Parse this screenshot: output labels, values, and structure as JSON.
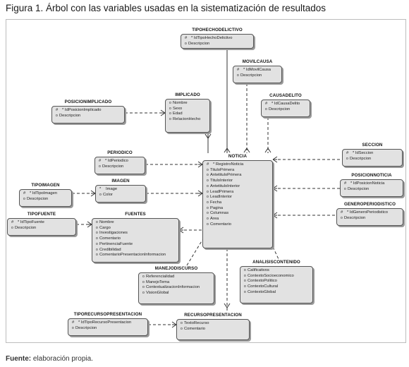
{
  "caption": "Figura 1. Árbol con las variables usadas en la sistematización de resultados",
  "source_label": "Fuente:",
  "source_text": " elaboración propia.",
  "entities": {
    "tipohechodelictivo": {
      "name": "TIPOHECHODELICTIVO",
      "attrs": [
        {
          "mark": "#",
          "text": "* IdTipoHechoDelictivo"
        },
        {
          "mark": "o",
          "text": "Descripcion"
        }
      ]
    },
    "movilcausa": {
      "name": "MOVILCAUSA",
      "attrs": [
        {
          "mark": "#",
          "text": "* IdMovilCausa"
        },
        {
          "mark": "o",
          "text": "Descripcion"
        }
      ]
    },
    "causadelito": {
      "name": "CAUSADELITO",
      "attrs": [
        {
          "mark": "#",
          "text": "* IdCausaDelito"
        },
        {
          "mark": "o",
          "text": "Descripcion"
        }
      ]
    },
    "posicionimplicado": {
      "name": "POSICIONIMPLICADO",
      "attrs": [
        {
          "mark": "#",
          "text": "* IdPosicionImplicado"
        },
        {
          "mark": "o",
          "text": "Descripcion"
        }
      ]
    },
    "implicado": {
      "name": "IMPLICADO",
      "attrs": [
        {
          "mark": "o",
          "text": "Nombre"
        },
        {
          "mark": "o",
          "text": "Sexo"
        },
        {
          "mark": "o",
          "text": "Edad"
        },
        {
          "mark": "o",
          "text": "RelacionHecho"
        }
      ]
    },
    "periodico": {
      "name": "PERIODICO",
      "attrs": [
        {
          "mark": "#",
          "text": "* IdPeriodico"
        },
        {
          "mark": "o",
          "text": "Descripcion"
        }
      ]
    },
    "seccion": {
      "name": "SECCION",
      "attrs": [
        {
          "mark": "#",
          "text": "* IdSeccion"
        },
        {
          "mark": "o",
          "text": "Descripcion"
        }
      ]
    },
    "tipoimagen": {
      "name": "TIPOIMAGEN",
      "attrs": [
        {
          "mark": "#",
          "text": "* IdTipoImagen"
        },
        {
          "mark": "o",
          "text": "Descripcion"
        }
      ]
    },
    "imagen": {
      "name": "IMAGEN",
      "attrs": [
        {
          "mark": "*",
          "text": "Image"
        },
        {
          "mark": "o",
          "text": "Color"
        }
      ]
    },
    "posicionnoticia": {
      "name": "POSICIONNOTICIA",
      "attrs": [
        {
          "mark": "#",
          "text": "* IdPosicionNoticia"
        },
        {
          "mark": "o",
          "text": "Descripcion"
        }
      ]
    },
    "noticia": {
      "name": "NOTICIA",
      "attrs": [
        {
          "mark": "#",
          "text": "* RegistroNoticia"
        },
        {
          "mark": "o",
          "text": "TituloPrimera"
        },
        {
          "mark": "o",
          "text": "AntetituloPrimera"
        },
        {
          "mark": "o",
          "text": "TituloInterior"
        },
        {
          "mark": "o",
          "text": "AntetituloInterior"
        },
        {
          "mark": "o",
          "text": "LeadPrimera"
        },
        {
          "mark": "o",
          "text": "LeadInterior"
        },
        {
          "mark": "o",
          "text": "Fecha"
        },
        {
          "mark": "o",
          "text": "Pagina"
        },
        {
          "mark": "o",
          "text": "Columnas"
        },
        {
          "mark": "o",
          "text": "Area"
        },
        {
          "mark": "o",
          "text": "Comentario"
        }
      ]
    },
    "generoperiodistico": {
      "name": "GENEROPERIODISTICO",
      "attrs": [
        {
          "mark": "#",
          "text": "* IdGeneroPeriodistico"
        },
        {
          "mark": "o",
          "text": "Descripcion"
        }
      ]
    },
    "tipofuente": {
      "name": "TIPOFUENTE",
      "attrs": [
        {
          "mark": "#",
          "text": "* IdTipoFuente"
        },
        {
          "mark": "o",
          "text": "Descripcion"
        }
      ]
    },
    "fuentes": {
      "name": "FUENTES",
      "attrs": [
        {
          "mark": "o",
          "text": "Nombre"
        },
        {
          "mark": "o",
          "text": "Cargo"
        },
        {
          "mark": "o",
          "text": "Investigaciones"
        },
        {
          "mark": "o",
          "text": "Comentario"
        },
        {
          "mark": "o",
          "text": "PertinenciaFuente"
        },
        {
          "mark": "o",
          "text": "Credibilidad"
        },
        {
          "mark": "o",
          "text": "ComentarioPresentacionInformacion"
        }
      ]
    },
    "manejodiscurso": {
      "name": "MANEJODISCURSO",
      "attrs": [
        {
          "mark": "o",
          "text": "Referencialidad"
        },
        {
          "mark": "o",
          "text": "ManejoTema"
        },
        {
          "mark": "o",
          "text": "ContextualizacionInformacion"
        },
        {
          "mark": "o",
          "text": "VisionGlobal"
        }
      ]
    },
    "analisiscontenido": {
      "name": "ANALISISCONTENIDO",
      "attrs": [
        {
          "mark": "o",
          "text": "Calificativos"
        },
        {
          "mark": "o",
          "text": "ContextoSocioeconomico"
        },
        {
          "mark": "o",
          "text": "ContextoPolitico"
        },
        {
          "mark": "o",
          "text": "ContextoCultural"
        },
        {
          "mark": "o",
          "text": "ContextoGlobal"
        }
      ]
    },
    "tiporecursopresentacion": {
      "name": "TIPORECURSOPRESENTACION",
      "attrs": [
        {
          "mark": "#",
          "text": "* IdTipoRecursoPresentacion"
        },
        {
          "mark": "o",
          "text": "Descripcion"
        }
      ]
    },
    "recursopresentacion": {
      "name": "RECURSOPRESENTACION",
      "attrs": [
        {
          "mark": "o",
          "text": "TextoRecurso"
        },
        {
          "mark": "o",
          "text": "Comentario"
        }
      ]
    }
  }
}
